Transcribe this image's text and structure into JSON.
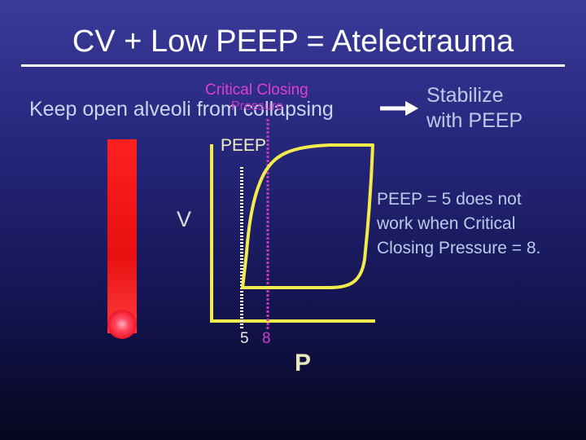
{
  "title": "CV + Low PEEP = Atelectrauma",
  "critical_closing_label": "Critical Closing",
  "critical_closing_label_2": "Pressure",
  "keep_open_text": "Keep open alveoli from collapsing",
  "stabilize_text": "Stabilize\nwith PEEP",
  "peep_label": "PEEP",
  "v_label": "V",
  "note_text": "PEEP = 5 does not\nwork when Critical\nClosing Pressure = 8.",
  "tick_5": "5",
  "tick_8": "8",
  "p_label": "P",
  "colors": {
    "background_top": "#3a3a9a",
    "background_bottom": "#06061e",
    "curve": "#f2ec4a",
    "critical_line": "#c33cc0",
    "peep_line": "#ffffff",
    "thermometer": "#f01818",
    "arrow": "#ffffff"
  }
}
